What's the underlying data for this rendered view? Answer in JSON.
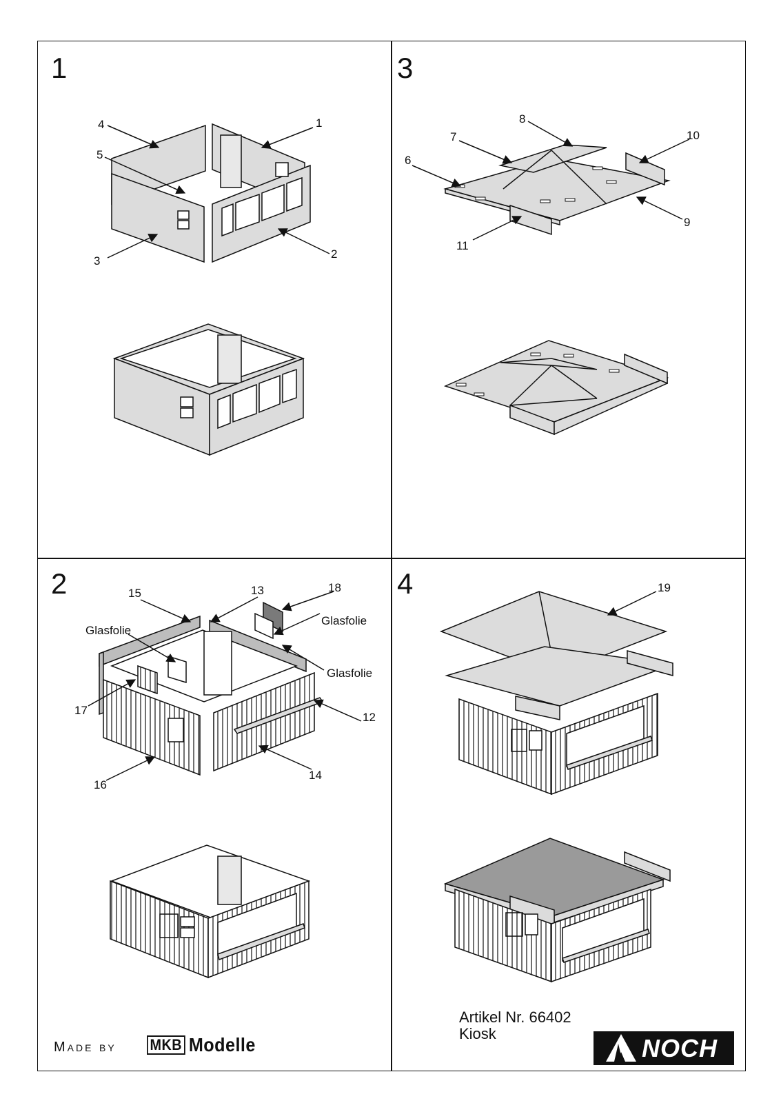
{
  "steps": [
    "1",
    "3",
    "2",
    "4"
  ],
  "callouts": {
    "p1": [
      "1",
      "2",
      "3",
      "4",
      "5"
    ],
    "p3": [
      "6",
      "7",
      "8",
      "9",
      "10",
      "11"
    ],
    "p2": [
      "12",
      "13",
      "14",
      "15",
      "16",
      "17",
      "18"
    ],
    "p2_glass": [
      "Glasfolie",
      "Glasfolie",
      "Glasfolie"
    ],
    "p4": [
      "19"
    ]
  },
  "footer": {
    "made_by": "Made by",
    "brand_logo": "MKB",
    "brand_name": "Modelle",
    "article": "Artikel Nr. 66402",
    "product": "Kiosk",
    "logo": "NOCH"
  },
  "colors": {
    "part_fill": "#dcdcdc",
    "line": "#111111",
    "roof_dark": "#9a9a9a"
  }
}
